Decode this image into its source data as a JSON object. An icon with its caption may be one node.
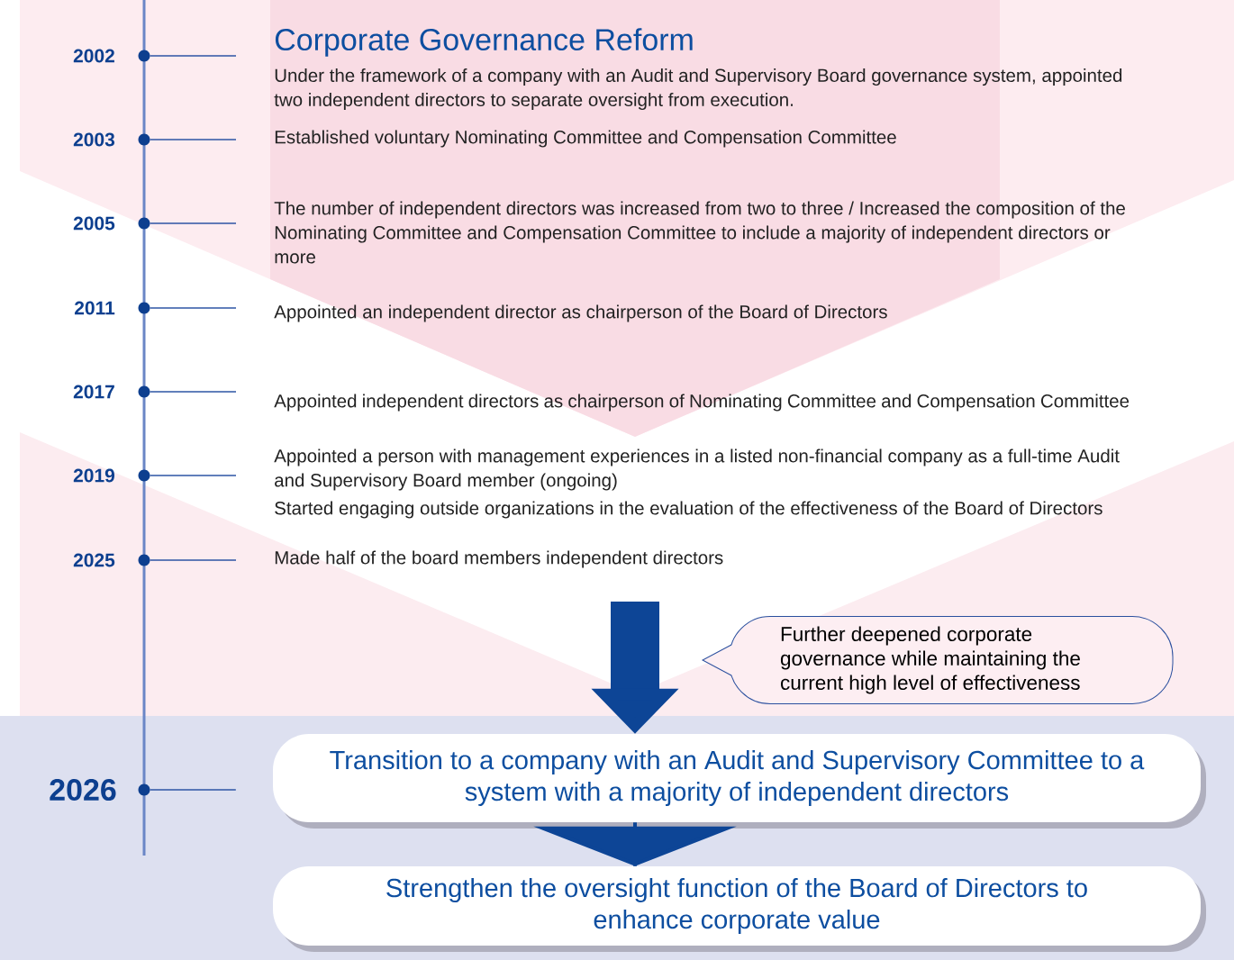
{
  "diagram": {
    "title": "Corporate Governance Reform",
    "nodes": [
      {
        "text": [
          "2002"
        ]
      },
      {
        "text": [
          "Under the framework of a company with an Audit and Supervisory Board governance system, appointed two independent directors to separate oversight from execution."
        ]
      },
      {
        "text": [
          "2003"
        ]
      },
      {
        "text": [
          "Established voluntary Nominating Committee and Compensation Committee"
        ]
      },
      {
        "text": [
          "2005"
        ]
      },
      {
        "text": [
          "The number of independent directors was increased from two to three / Increased the composition of the Nominating Committee and Compensation Committee to include a majority of independent directors or more"
        ]
      },
      {
        "text": [
          "2011"
        ]
      },
      {
        "text": [
          "Appointed an independent director as chairperson of the Board of Directors"
        ]
      },
      {
        "text": [
          "2017"
        ]
      },
      {
        "text": [
          "Appointed independent directors as chairperson of Nominating Committee and Compensation Committee"
        ]
      },
      {
        "text": [
          "2019"
        ]
      },
      {
        "text": [
          "Appointed a person with management experiences in a listed non-financial company as a full-time Audit and Supervisory Board member (ongoing)",
          "Started engaging outside organizations in the evaluation of the effectiveness of the Board of Directors"
        ]
      },
      {
        "text": [
          "2025"
        ]
      },
      {
        "text": [
          "Made half of the board members independent directors"
        ]
      },
      {
        "text": [
          "Further deepened corporate governance while maintaining the current high level of effectiveness"
        ]
      },
      {
        "text": [
          "2026"
        ]
      },
      {
        "text": [
          "Transition to a company with an Audit and Supervisory Committee to a system with a majority of independent directors"
        ]
      },
      {
        "text": [
          "Strengthen the oversight function of the Board of Directors to enhance corporate value"
        ]
      }
    ],
    "edges": [
      {
        "from": 0,
        "to": 1,
        "arrow": "none"
      },
      {
        "from": 2,
        "to": 3,
        "arrow": "none"
      },
      {
        "from": 4,
        "to": 5,
        "arrow": "none"
      },
      {
        "from": 6,
        "to": 7,
        "arrow": "none"
      },
      {
        "from": 8,
        "to": 9,
        "arrow": "none"
      },
      {
        "from": 10,
        "to": 11,
        "arrow": "none"
      },
      {
        "from": 12,
        "to": 13,
        "arrow": "none"
      },
      {
        "from": 15,
        "to": 16,
        "arrow": "none"
      },
      {
        "from": null,
        "to": 16,
        "arrow": "to",
        "style": "thick"
      },
      {
        "from": 16,
        "to": 17,
        "arrow": "to",
        "style": "thick"
      }
    ]
  }
}
